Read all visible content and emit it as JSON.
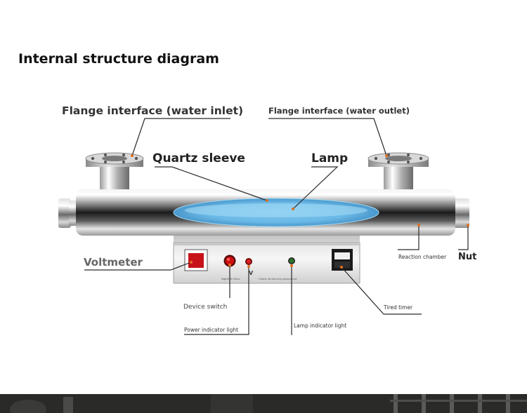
{
  "title": "Internal structure diagram",
  "labels": {
    "flange_inlet": "Flange interface (water inlet)",
    "flange_outlet": "Flange interface (water outlet)",
    "quartz_sleeve": "Quartz sleeve",
    "lamp": "Lamp",
    "voltmeter": "Voltmeter",
    "reaction_chamber": "Reaction chamber",
    "nut": "Nut",
    "device_switch": "Device switch",
    "power_indicator": "Power indicator light",
    "lamp_indicator": "Lamp indicator light",
    "timer": "Tired timer"
  },
  "panel": {
    "switch_caption": "Nightlife Sens",
    "panel_text": "Chord reinforcing equipment"
  },
  "colors": {
    "voltmeter_red": "#c8121a",
    "switch_red": "#d01010",
    "lamp_indicator_green": "#2a7a2a",
    "leader_dot": "#e07020",
    "lamp_blue": "#7ec8f0",
    "bottom_strip": "#2a2a28"
  },
  "icons": {
    "voltmeter": "red-square-display",
    "switch": "red-round-button",
    "timer": "digital-timer-box"
  }
}
